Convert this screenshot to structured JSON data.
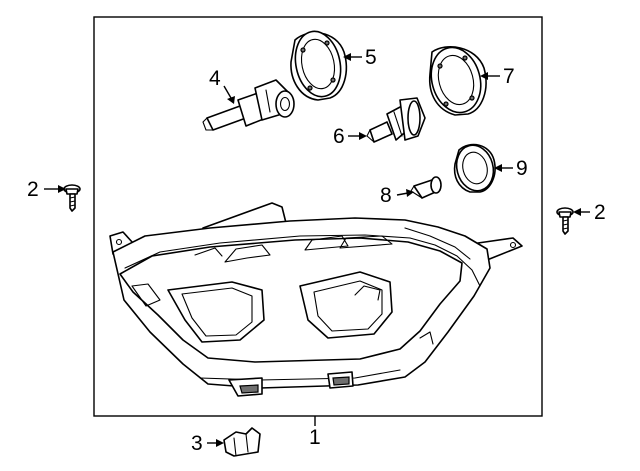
{
  "callouts": {
    "c1": "1",
    "c2_left": "2",
    "c2_right": "2",
    "c3": "3",
    "c4": "4",
    "c5": "5",
    "c6": "6",
    "c7": "7",
    "c8": "8",
    "c9": "9"
  },
  "colors": {
    "line": "#000000",
    "background": "#ffffff",
    "shade": "#6f6f6f"
  }
}
